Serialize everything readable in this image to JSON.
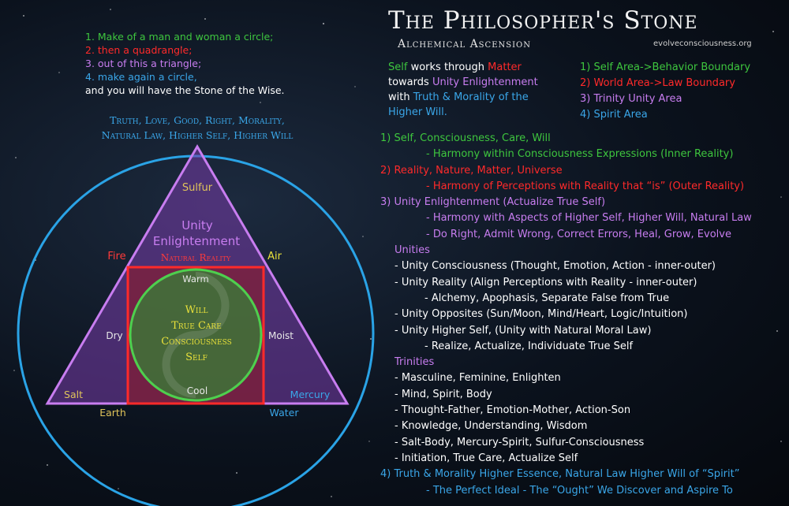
{
  "header": {
    "title": "The Philosopher's Stone",
    "subtitle": "Alchemical Ascension",
    "url": "evolveconsciousness.org"
  },
  "quote": {
    "line1": "1. Make of a man and woman a circle;",
    "line2": "2. then a quadrangle;",
    "line3": "3. out of this a triangle;",
    "line4": "4. make again a circle,",
    "line5": "and you will have the Stone of the Wise."
  },
  "virtues": {
    "line1": "Truth, Love, Good, Right, Morality,",
    "line2": "Natural Law, Higher Self, Higher Will"
  },
  "diagram": {
    "sulfur": "Sulfur",
    "unity": "Unity",
    "enlightenment": "Enlightenment",
    "natural_reality": "Natural Reality",
    "fire": "Fire",
    "air": "Air",
    "warm": "Warm",
    "dry": "Dry",
    "moist": "Moist",
    "cool": "Cool",
    "will": "Will",
    "true_care": "True Care",
    "consciousness": "Consciousness",
    "self": "Self",
    "salt": "Salt",
    "mercury": "Mercury",
    "earth": "Earth",
    "water": "Water"
  },
  "intro": {
    "self": "Self",
    "works_through": " works through ",
    "matter": "Matter",
    "towards": "towards ",
    "unity_enlightenment": "Unity Enlightenment",
    "with": "with ",
    "truth_morality": "Truth & Morality of the Higher Will."
  },
  "areas": {
    "a1": "1) Self Area->Behavior Boundary",
    "a2": "2) World Area->Law Boundary",
    "a3": "3) Trinity Unity Area",
    "a4": "4) Spirit Area"
  },
  "lines": {
    "l01": "1) Self, Consciousness, Care, Will",
    "l02": "- Harmony within Consciousness Expressions (Inner Reality)",
    "l03": "2) Reality, Nature, Matter, Universe",
    "l04": "- Harmony of Perceptions with Reality that “is” (Outer Reality)",
    "l05": "3) Unity Enlightenment (Actualize True Self)",
    "l06": "- Harmony with Aspects of Higher Self, Higher Will, Natural Law",
    "l07": "- Do Right, Admit Wrong, Correct Errors, Heal, Grow, Evolve",
    "l08": "Unities",
    "l09": "- Unity Consciousness (Thought, Emotion, Action - inner-outer)",
    "l10": "- Unity Reality (Align Perceptions with Reality - inner-outer)",
    "l11": "- Alchemy, Apophasis, Separate False from True",
    "l12": "- Unity Opposites (Sun/Moon, Mind/Heart, Logic/Intuition)",
    "l13": "- Unity Higher Self, (Unity with Natural Moral Law)",
    "l14": "- Realize, Actualize, Individuate True Self",
    "l15": "Trinities",
    "l16": "- Masculine, Feminine, Enlighten",
    "l17": "- Mind, Spirit, Body",
    "l18": "- Thought-Father, Emotion-Mother, Action-Son",
    "l19": "- Knowledge, Understanding, Wisdom",
    "l20": "- Salt-Body, Mercury-Spirit, Sulfur-Consciousness",
    "l21": "- Initiation, True Care, Actualize Self",
    "l22": "4) Truth & Morality Higher Essence, Natural Law Higher Will of “Spirit”",
    "l23": "- The Perfect Ideal - The “Ought” We Discover and Aspire To"
  },
  "colors": {
    "green": "#3ec63e",
    "red": "#ff2a2a",
    "purple": "#c87df0",
    "blue": "#3aa6e8",
    "yellow": "#e0c45a",
    "white": "#ffffff"
  }
}
